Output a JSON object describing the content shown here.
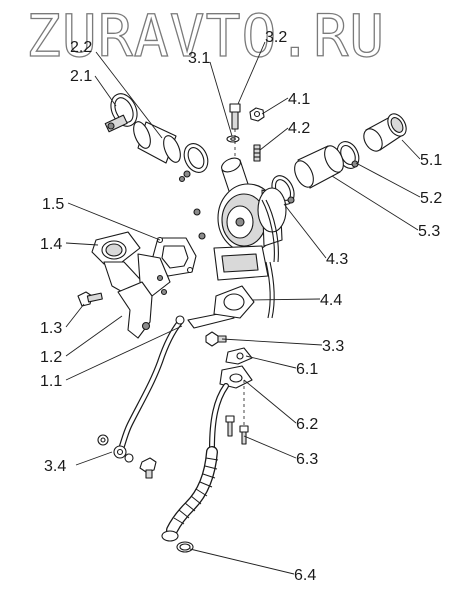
{
  "watermark": "ZURAVTO.RU",
  "callouts": [
    {
      "id": "2.2",
      "label": "2.2"
    },
    {
      "id": "2.1",
      "label": "2.1"
    },
    {
      "id": "3.1",
      "label": "3.1"
    },
    {
      "id": "3.2",
      "label": "3.2"
    },
    {
      "id": "4.1",
      "label": "4.1"
    },
    {
      "id": "4.2",
      "label": "4.2"
    },
    {
      "id": "5.1",
      "label": "5.1"
    },
    {
      "id": "5.2",
      "label": "5.2"
    },
    {
      "id": "5.3",
      "label": "5.3"
    },
    {
      "id": "1.5",
      "label": "1.5"
    },
    {
      "id": "1.4",
      "label": "1.4"
    },
    {
      "id": "4.3",
      "label": "4.3"
    },
    {
      "id": "4.4",
      "label": "4.4"
    },
    {
      "id": "1.3",
      "label": "1.3"
    },
    {
      "id": "1.2",
      "label": "1.2"
    },
    {
      "id": "3.3",
      "label": "3.3"
    },
    {
      "id": "1.1",
      "label": "1.1"
    },
    {
      "id": "6.1",
      "label": "6.1"
    },
    {
      "id": "6.2",
      "label": "6.2"
    },
    {
      "id": "6.3",
      "label": "6.3"
    },
    {
      "id": "3.4",
      "label": "3.4"
    },
    {
      "id": "6.4",
      "label": "6.4"
    }
  ]
}
